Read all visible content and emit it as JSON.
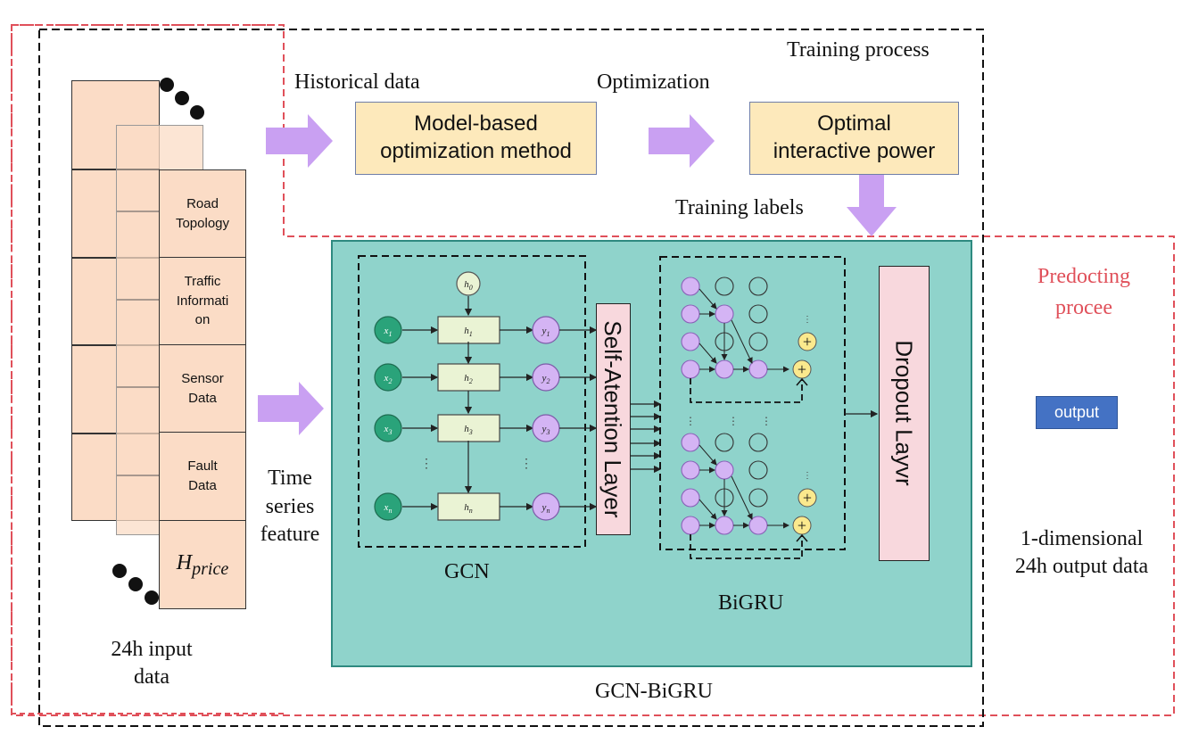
{
  "labels": {
    "training_process": "Training process",
    "historical_data": "Historical data",
    "optimization": "Optimization",
    "training_labels": "Training labels",
    "predicting_process_line1": "Predocting",
    "predicting_process_line2": "procee",
    "time_series_line1": "Time",
    "time_series_line2": "series",
    "time_series_line3": "feature",
    "input_data_line1": "24h input",
    "input_data_line2": "data",
    "gcn": "GCN",
    "bigru": "BiGRU",
    "gcn_bigru": "GCN-BiGRU",
    "output_data_line1": "1-dimensional",
    "output_data_line2": "24h output data"
  },
  "boxes": {
    "model_based_line1": "Model-based",
    "model_based_line2": "optimization method",
    "optimal_line1": "Optimal",
    "optimal_line2": "interactive power",
    "self_attention": "Self-Atention Layer",
    "dropout": "Dropout Layvr",
    "output": "output"
  },
  "input_features": [
    {
      "lines": [
        "Road",
        "Topology"
      ]
    },
    {
      "lines": [
        "Traffic",
        "Informati",
        "on"
      ]
    },
    {
      "lines": [
        "Sensor",
        "Data"
      ]
    },
    {
      "lines": [
        "Fault",
        "Data"
      ]
    }
  ],
  "price_symbol": "H",
  "price_subscript": "price",
  "gcn_nodes": {
    "h0": "h",
    "h0_sub": "0",
    "x": [
      {
        "v": "x",
        "s": "1"
      },
      {
        "v": "x",
        "s": "2"
      },
      {
        "v": "x",
        "s": "3"
      },
      {
        "v": "x",
        "s": "n"
      }
    ],
    "h": [
      {
        "v": "h",
        "s": "1"
      },
      {
        "v": "h",
        "s": "2"
      },
      {
        "v": "h",
        "s": "3"
      },
      {
        "v": "h",
        "s": "n"
      }
    ],
    "y": [
      {
        "v": "y",
        "s": "1"
      },
      {
        "v": "y",
        "s": "2"
      },
      {
        "v": "y",
        "s": "3"
      },
      {
        "v": "y",
        "s": "n"
      }
    ]
  },
  "colors": {
    "red_dash": "#e0505a",
    "black_dash": "#111111",
    "arrow_purple": "#c9a0f2",
    "green_panel": "#8fd3cb",
    "green_border": "#2e8a80",
    "peach_cell": "#fbdcc6",
    "yellow_box": "#fde9bb",
    "pink_box": "#f8d8dd",
    "dark_green_node": "#2aa37a",
    "purple_node": "#d4b4f4",
    "plus_yellow": "#fbe98d",
    "output_blue": "#4472c4"
  }
}
